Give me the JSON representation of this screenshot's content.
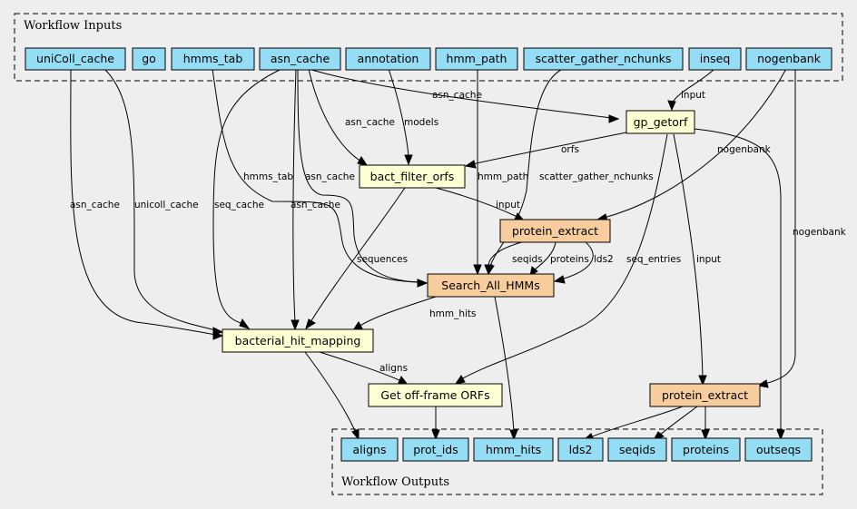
{
  "clusters": {
    "inputs_title": "Workflow Inputs",
    "outputs_title": "Workflow Outputs"
  },
  "inputs": {
    "unicoll_cache": "uniColl_cache",
    "go": "go",
    "hmms_tab": "hmms_tab",
    "asn_cache": "asn_cache",
    "annotation": "annotation",
    "hmm_path": "hmm_path",
    "scatter_gather_nchunks": "scatter_gather_nchunks",
    "inseq": "inseq",
    "nogenbank": "nogenbank"
  },
  "steps": {
    "gp_getorf": "gp_getorf",
    "bact_filter_orfs": "bact_filter_orfs",
    "protein_extract_1": "protein_extract",
    "search_all_hmms": "Search_All_HMMs",
    "bacterial_hit_mapping": "bacterial_hit_mapping",
    "get_offframe_orfs": "Get off-frame ORFs",
    "protein_extract_2": "protein_extract"
  },
  "outputs": {
    "aligns": "aligns",
    "prot_ids": "prot_ids",
    "hmm_hits": "hmm_hits",
    "lds2": "lds2",
    "seqids": "seqids",
    "proteins": "proteins",
    "outseqs": "outseqs"
  },
  "edge_labels": {
    "asn_cache_getorf": "asn_cache",
    "input_getorf": "input",
    "asn_cache_filter": "asn_cache",
    "models": "models",
    "orfs": "orfs",
    "nogenbank_pe1": "nogenbank",
    "hmms_tab": "hmms_tab",
    "asn_cache_hmms": "asn_cache",
    "hmm_path": "hmm_path",
    "scatter_gather_nchunks": "scatter_gather_nchunks",
    "input_pe1": "input",
    "asn_cache_left": "asn_cache",
    "unicoll_cache": "unicoll_cache",
    "seq_cache": "seq_cache",
    "asn_cache_mapping": "asn_cache",
    "sequences": "sequences",
    "seqids": "seqids",
    "proteins": "proteins",
    "lds2": "lds2",
    "seq_entries": "seq_entries",
    "input_pe2": "input",
    "nogenbank_pe2": "nogenbank",
    "hmm_hits": "hmm_hits",
    "aligns": "aligns"
  }
}
